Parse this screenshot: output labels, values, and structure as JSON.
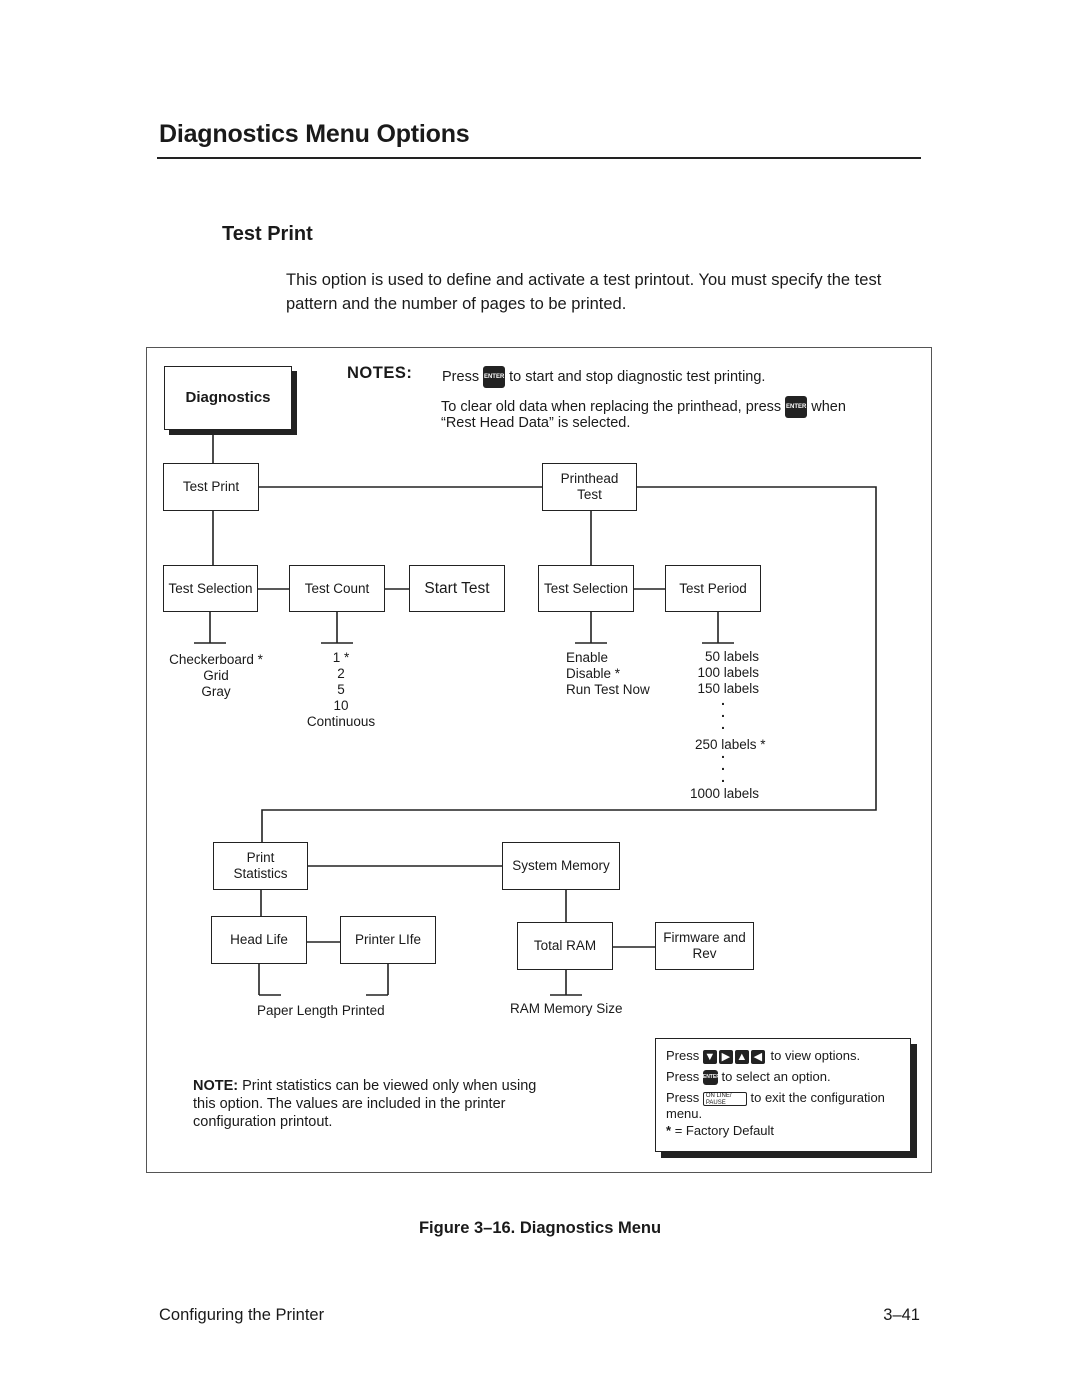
{
  "header": {
    "title": "Diagnostics Menu Options",
    "section": "Test Print",
    "intro": "This option is used to define and activate a test printout. You must specify the test pattern and the number of pages to be printed."
  },
  "notes": {
    "label": "NOTES:",
    "line1_pre": "Press",
    "line1_post": "to start and stop diagnostic test printing.",
    "line2_pre": "To clear old data when replacing the printhead, press",
    "line2_post": "when",
    "line3": "“Rest Head Data” is selected.",
    "enter_key": "ENTER"
  },
  "menu": {
    "root": "Diagnostics",
    "test_print": "Test Print",
    "printhead_test": "Printhead\nTest",
    "test_selection": "Test Selection",
    "test_count": "Test Count",
    "start_test": "Start Test",
    "ph_test_selection": "Test Selection",
    "test_period": "Test Period",
    "print_statistics": "Print\nStatistics",
    "system_memory": "System Memory",
    "head_life": "Head Life",
    "printer_life": "Printer LIfe",
    "total_ram": "Total RAM",
    "firmware_rev": "Firmware and\nRev"
  },
  "values": {
    "test_selection": "Checkerboard *\nGrid\nGray",
    "test_count": "1 *\n2\n5\n10\nContinuous",
    "ph_test_selection": "Enable\nDisable *\nRun Test Now",
    "test_period_top": "50 labels\n100 labels\n150 labels",
    "test_period_mid": "250 labels *",
    "test_period_bottom": "1000 labels",
    "paper_length": "Paper Length Printed",
    "ram_size": "RAM Memory Size"
  },
  "bottom_note": {
    "label": "NOTE:",
    "text": "Print statistics can be viewed only when using this option. The values are included in the printer configuration printout."
  },
  "legend": {
    "press": "Press",
    "view_options": "to view options.",
    "select_option": "to select an option.",
    "exit_config": "to exit the configuration menu.",
    "online_key": "ON LINE/ PAUSE",
    "factory_default": "= Factory Default",
    "star": "*",
    "arrow_icons": [
      "arrow-down-icon",
      "arrow-right-icon",
      "arrow-up-icon",
      "arrow-left-icon"
    ]
  },
  "caption": "Figure 3–16. Diagnostics Menu",
  "footer": {
    "left": "Configuring the Printer",
    "right": "3–41"
  }
}
